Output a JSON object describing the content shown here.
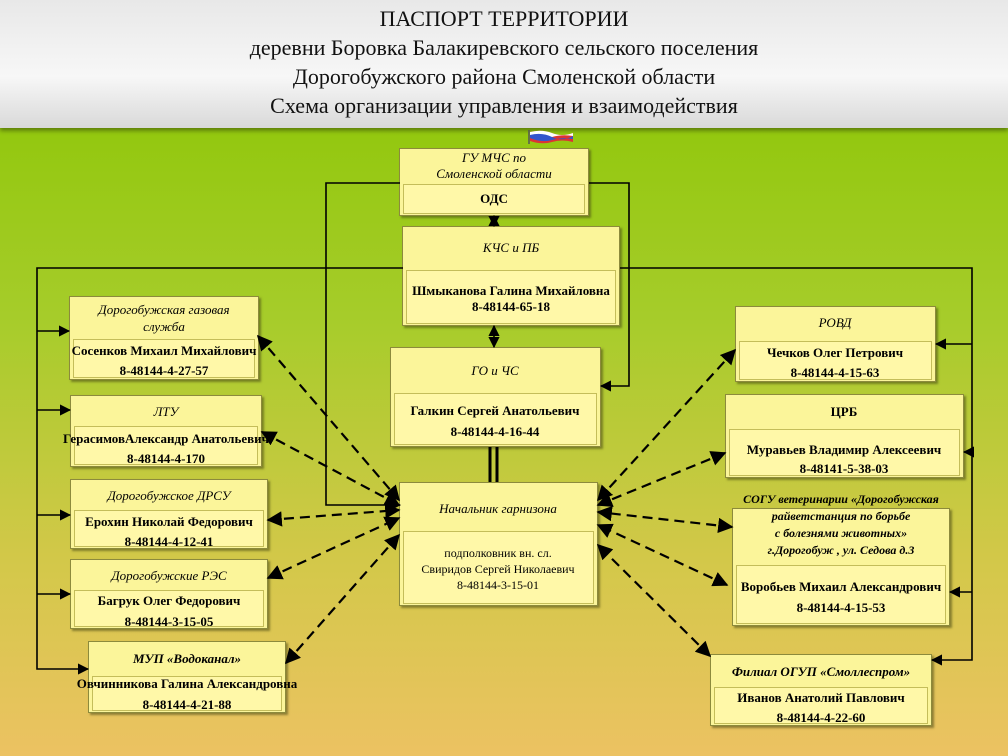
{
  "header": {
    "line1": "ПАСПОРТ ТЕРРИТОРИИ",
    "line2": "деревни Боровка Балакиревского сельского поселения",
    "line3": "Дорогобужского района Смоленской области",
    "line4": "Схема организации управления и взаимодействия"
  },
  "icons": {
    "flag": "flag-icon"
  },
  "nodes": {
    "gu_mchs": {
      "title1": "ГУ  МЧС по",
      "title2": "Смоленской области",
      "sub": "ОДС"
    },
    "kchs": {
      "title": "КЧС и ПБ",
      "person": "Шмыканова Галина Михайловна",
      "phone": "8-48144-65-18"
    },
    "go": {
      "title": "ГО и ЧС",
      "person": "Галкин Сергей Анатольевич",
      "phone": "8-48144-4-16-44"
    },
    "garrison": {
      "title": "Начальник гарнизона",
      "rank": "подполковник вн. сл.",
      "person": "Свиридов Сергей Николаевич",
      "phone": "8-48144-3-15-01"
    },
    "gas": {
      "title1": "Дорогобужская газовая",
      "title2": "служба",
      "person": "Сосенков Михаил Михайлович",
      "phone": "8-48144-4-27-57"
    },
    "ltu": {
      "title": "ЛТУ",
      "person": "ГерасимовАлександр Анатольевич",
      "phone": "8-48144-4-170"
    },
    "drsu": {
      "title": "Дорогобужское ДРСУ",
      "person": "Ерохин Николай Федорович",
      "phone": "8-48144-4-12-41"
    },
    "res": {
      "title": "Дорогобужские РЭС",
      "person": "Багрук Олег Федорович",
      "phone": "8-48144-3-15-05"
    },
    "vodokanal": {
      "title": "МУП «Водоканал»",
      "person": "Овчинникова Галина Александровна",
      "phone": "8-48144-4-21-88"
    },
    "rovd": {
      "title": "РОВД",
      "person": "Чечков Олег Петрович",
      "phone": "8-48144-4-15-63"
    },
    "crb": {
      "title": "ЦРБ",
      "person": "Муравьев Владимир Алексеевич",
      "phone": "8-48141-5-38-03"
    },
    "vet": {
      "title1": "СОГУ ветеринарии «Дорогобужская",
      "title2": "райветстанция по борьбе",
      "title3": "с болезнями животных»",
      "title4": "г.Дорогобуж , ул. Седова д.3",
      "person": "Воробьев Михаил Александрович",
      "phone": "8-48144-4-15-53"
    },
    "les": {
      "title": "Филиал ОГУП «Смоллеспром»",
      "person": "Иванов Анатолий Павлович",
      "phone": "8-48144-4-22-60"
    }
  }
}
